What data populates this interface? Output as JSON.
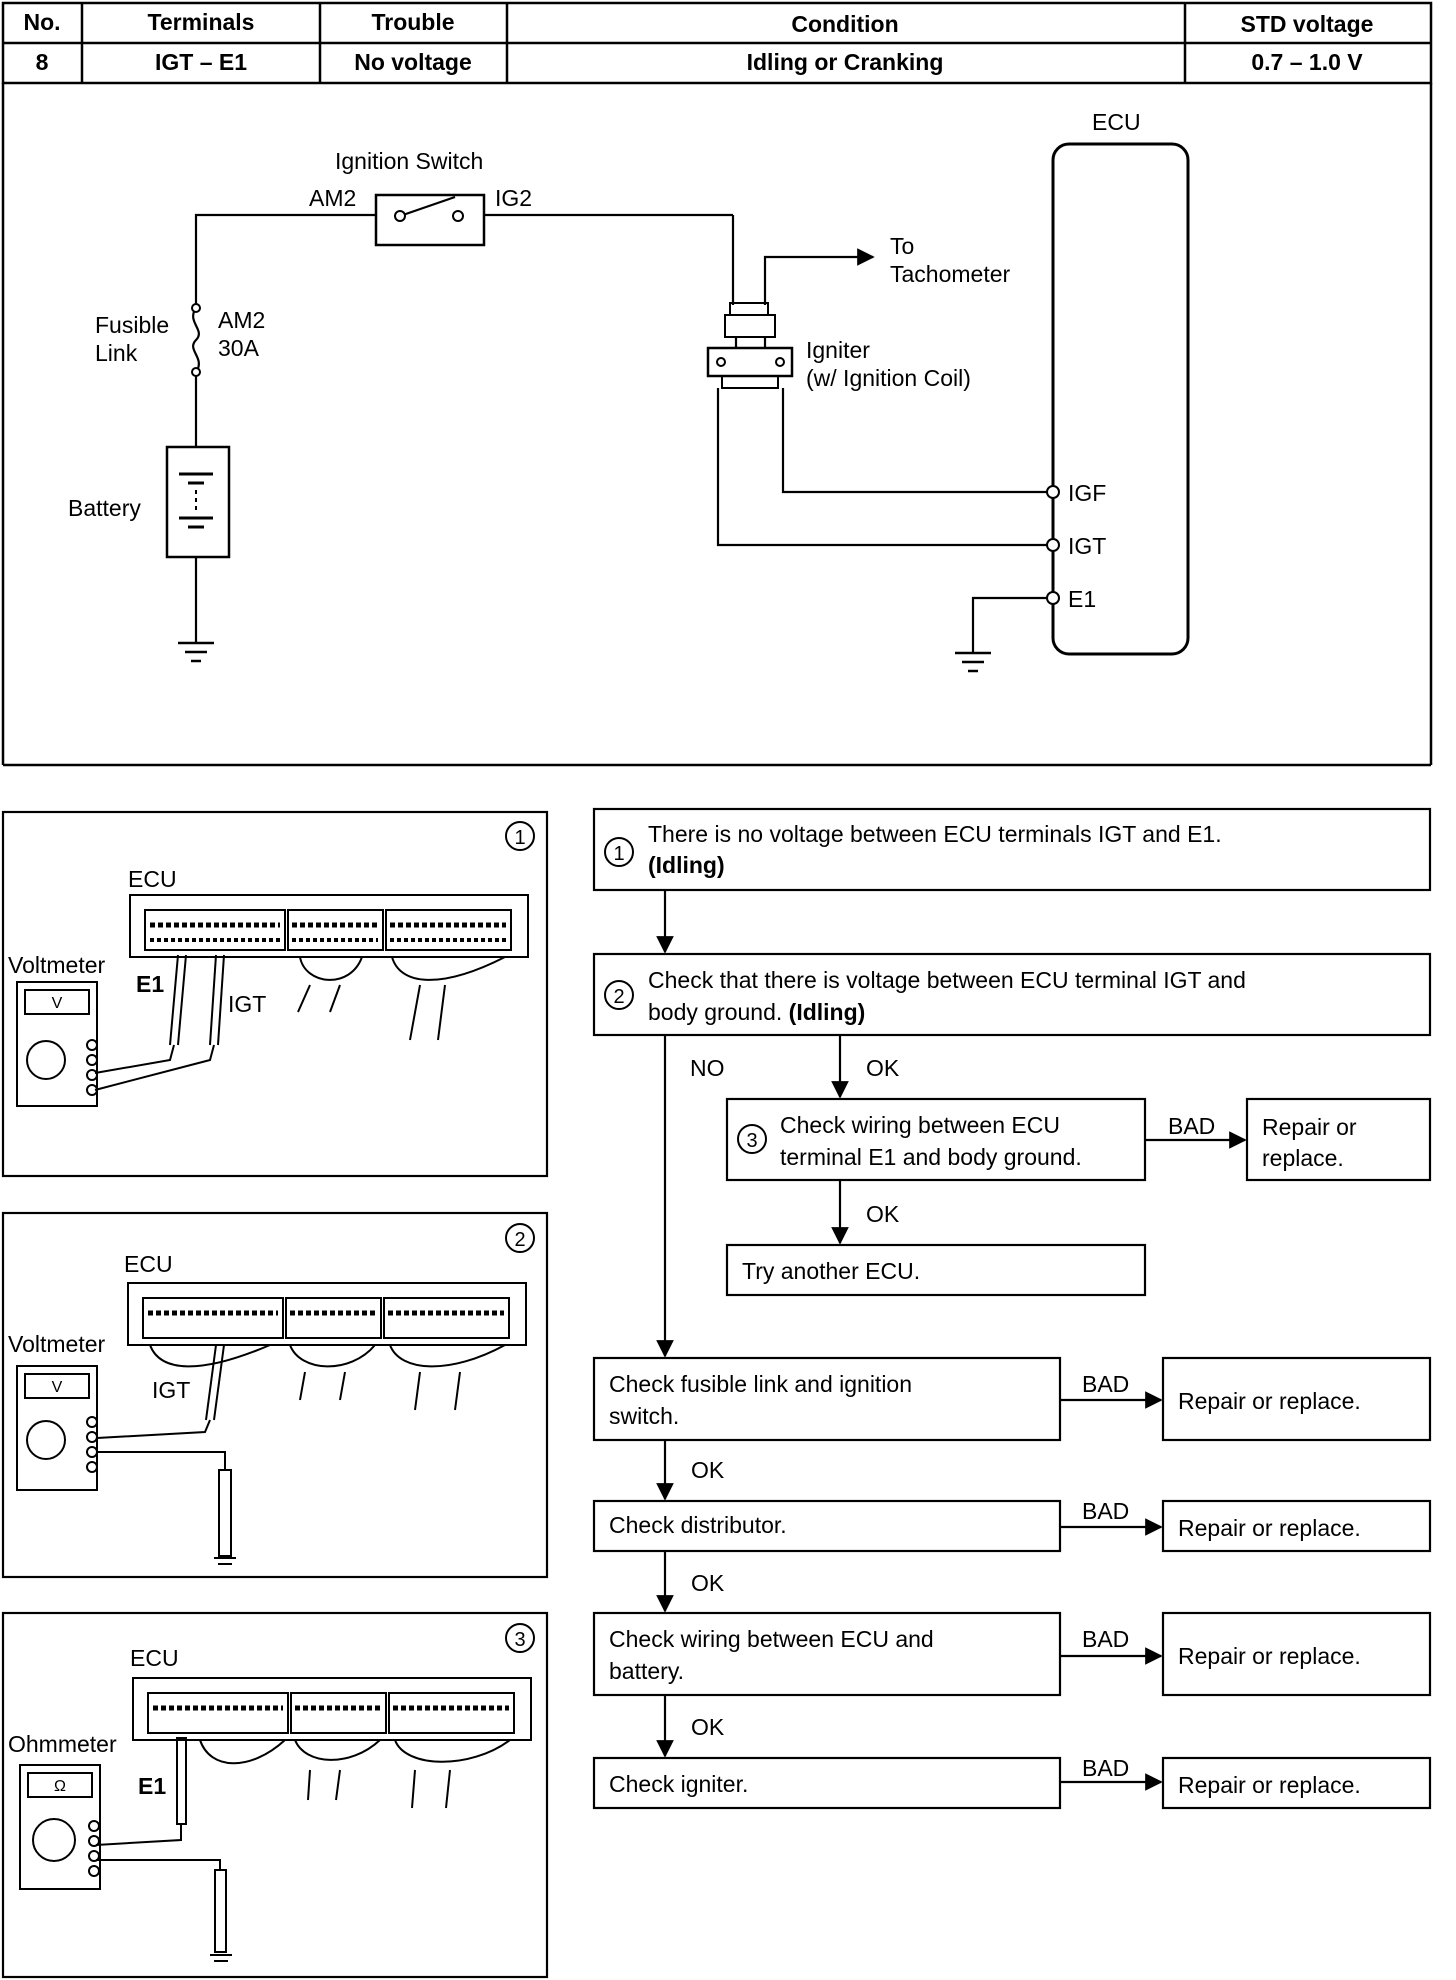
{
  "header": {
    "cols": [
      "No.",
      "Terminals",
      "Trouble",
      "Condition",
      "STD voltage"
    ],
    "row": [
      "8",
      "IGT – E1",
      "No voltage",
      "Idling or Cranking",
      "0.7 – 1.0 V"
    ]
  },
  "circuit": {
    "ignition_switch": "Ignition Switch",
    "am2": "AM2",
    "ig2": "IG2",
    "fusible_link": "Fusible",
    "link": "Link",
    "am2_fuse": "AM2",
    "fuse_rating": "30A",
    "battery": "Battery",
    "to": "To",
    "tachometer": "Tachometer",
    "igniter": "Igniter",
    "igniter_sub": "(w/ Ignition Coil)",
    "ecu": "ECU",
    "igf": "IGF",
    "igt": "IGT",
    "e1": "E1"
  },
  "illustrations": {
    "p1": {
      "num": "1",
      "ecu": "ECU",
      "meter": "Voltmeter",
      "meter_face": "V",
      "probe1": "E1",
      "probe2": "IGT"
    },
    "p2": {
      "num": "2",
      "ecu": "ECU",
      "meter": "Voltmeter",
      "meter_face": "V",
      "probe1": "IGT"
    },
    "p3": {
      "num": "3",
      "ecu": "ECU",
      "meter": "Ohmmeter",
      "meter_face": "Ω",
      "probe1": "E1"
    }
  },
  "flow": {
    "s1": {
      "num": "1",
      "line1": "There is no voltage between ECU terminals IGT and E1.",
      "line2": "(Idling)"
    },
    "s2": {
      "num": "2",
      "line1": "Check that there is voltage between ECU terminal IGT and",
      "line2a": "body ground. ",
      "line2b": "(Idling)"
    },
    "no": "NO",
    "ok": "OK",
    "bad": "BAD",
    "s3": {
      "num": "3",
      "line1": "Check wiring between ECU",
      "line2": "terminal E1 and body ground."
    },
    "repair_or": "Repair or",
    "replace": "replace.",
    "try_ecu": "Try another ECU.",
    "c1a": "Check fusible link and ignition",
    "c1b": "switch.",
    "c2": "Check distributor.",
    "c3a": "Check wiring between ECU and",
    "c3b": "battery.",
    "c4": "Check igniter.",
    "repair": "Repair or replace."
  }
}
